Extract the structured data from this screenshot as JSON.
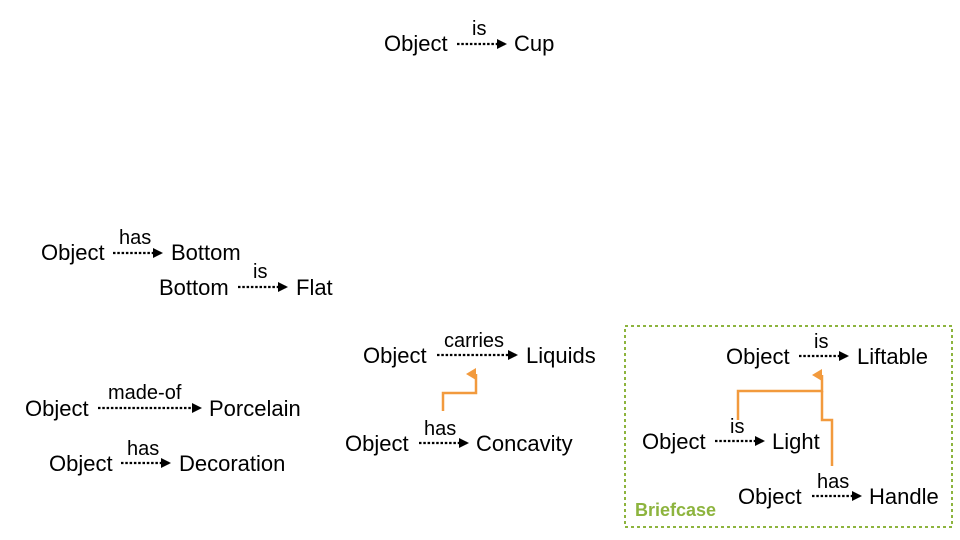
{
  "triples": [
    {
      "subject": "Object",
      "relation": "is",
      "object": "Cup"
    },
    {
      "subject": "Object",
      "relation": "has",
      "object": "Bottom"
    },
    {
      "subject": "Bottom",
      "relation": "is",
      "object": "Flat"
    },
    {
      "subject": "Object",
      "relation": "carries",
      "object": "Liquids"
    },
    {
      "subject": "Object",
      "relation": "has",
      "object": "Concavity"
    },
    {
      "subject": "Object",
      "relation": "made-of",
      "object": "Porcelain"
    },
    {
      "subject": "Object",
      "relation": "has",
      "object": "Decoration"
    },
    {
      "subject": "Object",
      "relation": "is",
      "object": "Liftable"
    },
    {
      "subject": "Object",
      "relation": "is",
      "object": "Light"
    },
    {
      "subject": "Object",
      "relation": "has",
      "object": "Handle"
    }
  ],
  "group": {
    "label": "Briefcase",
    "border_color": "#8db43e"
  },
  "colors": {
    "link": "#f29a3d",
    "arrow": "#000000"
  }
}
